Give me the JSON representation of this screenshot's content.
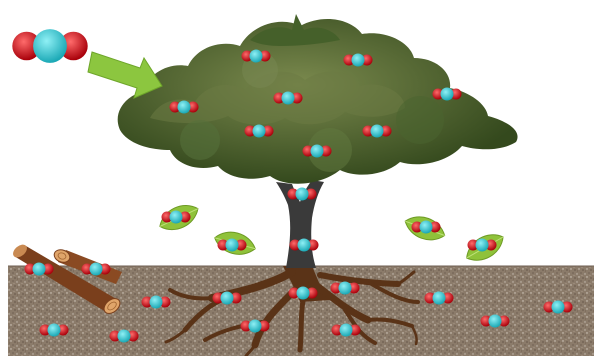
{
  "colors": {
    "background": "#ffffff",
    "carbon": "#29c4cf",
    "oxygen": "#d0101a",
    "arrow": "#8cc63f",
    "soil": "#8b7b6a",
    "roots": "#5a3317",
    "trunk": "#3a3a3a",
    "canopy": "#3f5a25",
    "leaf": "#8fc23a",
    "log": "#7a3f1c"
  },
  "icons": {
    "molecule": "co2-molecule-icon",
    "arrow": "green-arrow-icon",
    "leaf": "leaf-icon",
    "log": "log-icon"
  },
  "regions": [
    "atmosphere",
    "tree-canopy",
    "fallen-leaves",
    "dead-wood",
    "soil-roots"
  ]
}
